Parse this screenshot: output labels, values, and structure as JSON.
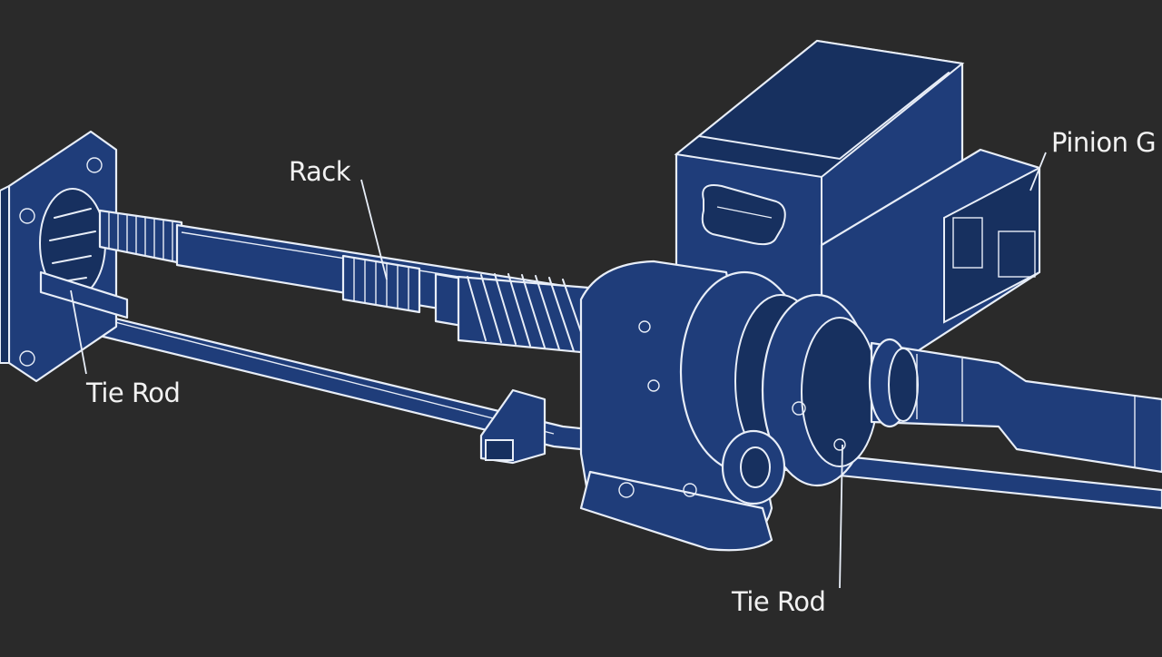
{
  "labels": {
    "rack": "Rack",
    "pinion": "Pinion G",
    "tie_rod_left": "Tie Rod",
    "tie_rod_bottom": "Tie Rod"
  },
  "colors": {
    "background": "#2a2a2a",
    "part_fill": "#1f3d7a",
    "part_shade": "#17305f",
    "line": "#e8eef8"
  }
}
